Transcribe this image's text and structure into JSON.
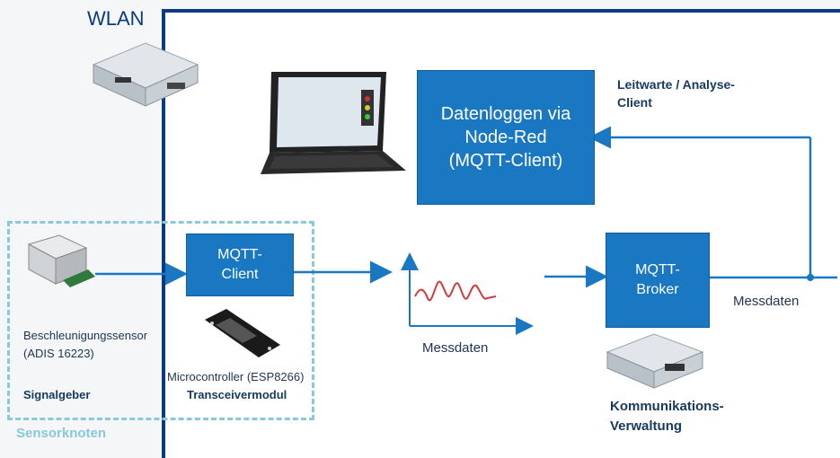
{
  "wlan_title": "WLAN",
  "sensor_node_label": "Sensorknoten",
  "boxes": {
    "datenloggen": "Datenloggen via\nNode-Red\n(MQTT-Client)",
    "mqtt_client": "MQTT-\nClient",
    "mqtt_broker": "MQTT-\nBroker"
  },
  "labels": {
    "leitwarte": "Leitwarte / Analyse-\nClient",
    "messdaten_right": "Messdaten",
    "messdaten_chart": "Messdaten",
    "sensor_name": "Beschleunigungssensor\n(ADIS 16223)",
    "signalgeber": "Signalgeber",
    "microcontroller": "Microcontroller (ESP8266)",
    "transceiver": "Transceivermodul",
    "kommunikation": "Kommunikations-\nVerwaltung"
  },
  "colors": {
    "box_blue": "#1a78c2",
    "line_blue": "#1a78c2",
    "wlan_border": "#0c3a82",
    "sensor_dashed": "#8ac8dc",
    "signal_red": "#d43a3a"
  },
  "icons": [
    "raspberry-pi-case-icon",
    "laptop-icon",
    "accelerometer-sensor-icon",
    "esp8266-board-icon"
  ]
}
